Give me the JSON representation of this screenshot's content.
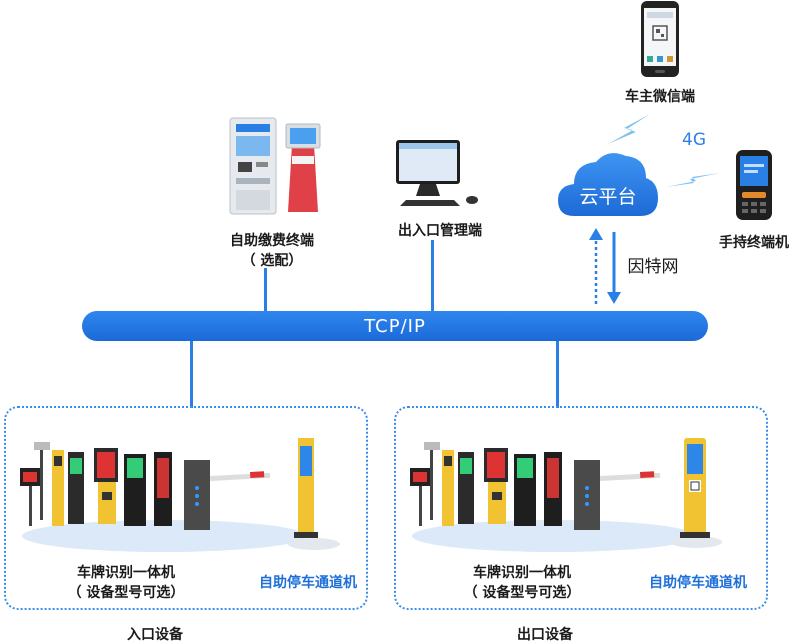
{
  "bus": {
    "label": "TCP/IP"
  },
  "cloud": {
    "label": "云平台",
    "link_label": "因特网",
    "network_label": "4G"
  },
  "nodes": {
    "wechat": "车主微信端",
    "handheld": "手持终端机",
    "kiosk": "自助缴费终端",
    "kiosk_note": "（ 选配）",
    "manager": "出入口管理端"
  },
  "entrance": {
    "title": "入口设备",
    "lpr": "车牌识别一体机",
    "lpr_note": "（ 设备型号可选）",
    "ticket": "自助停车通道机"
  },
  "exit": {
    "title": "出口设备",
    "lpr": "车牌识别一体机",
    "lpr_note": "（ 设备型号可选）",
    "ticket": "自助停车通道机"
  },
  "colors": {
    "accent": "#1e6fd9",
    "bus": "#2878e6",
    "cloud": "#2f7fe8"
  }
}
